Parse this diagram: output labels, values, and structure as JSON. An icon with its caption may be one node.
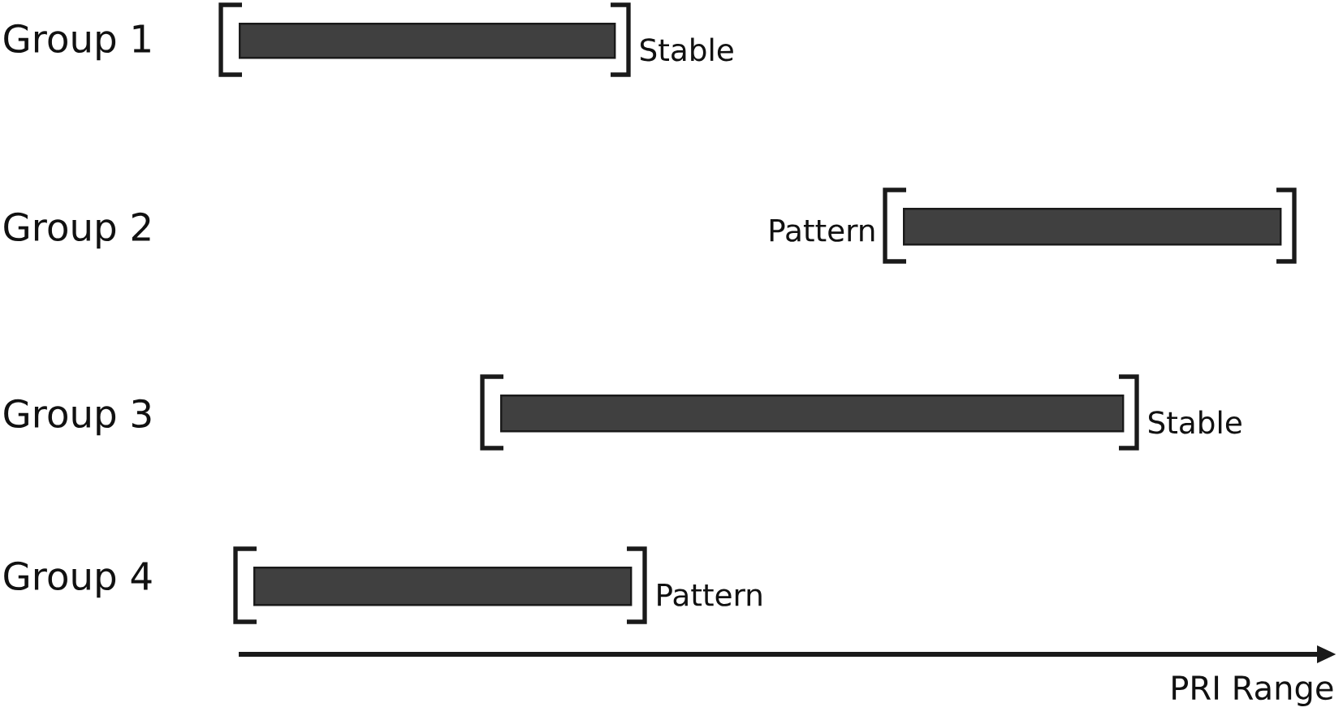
{
  "diagram": {
    "nodes": [
      {
        "text": [],
        "shape": "bar",
        "beside": [
          "Stable"
        ]
      },
      {
        "text": [],
        "shape": "bar",
        "beside": [
          "Pattern"
        ]
      },
      {
        "text": [],
        "shape": "bar",
        "beside": [
          "Stable"
        ]
      },
      {
        "text": [],
        "shape": "bar",
        "beside": [
          "Pattern"
        ]
      }
    ],
    "labels": [
      "Group 1",
      "Group 2",
      "Group 3",
      "Group 4",
      "PRI Range"
    ]
  }
}
